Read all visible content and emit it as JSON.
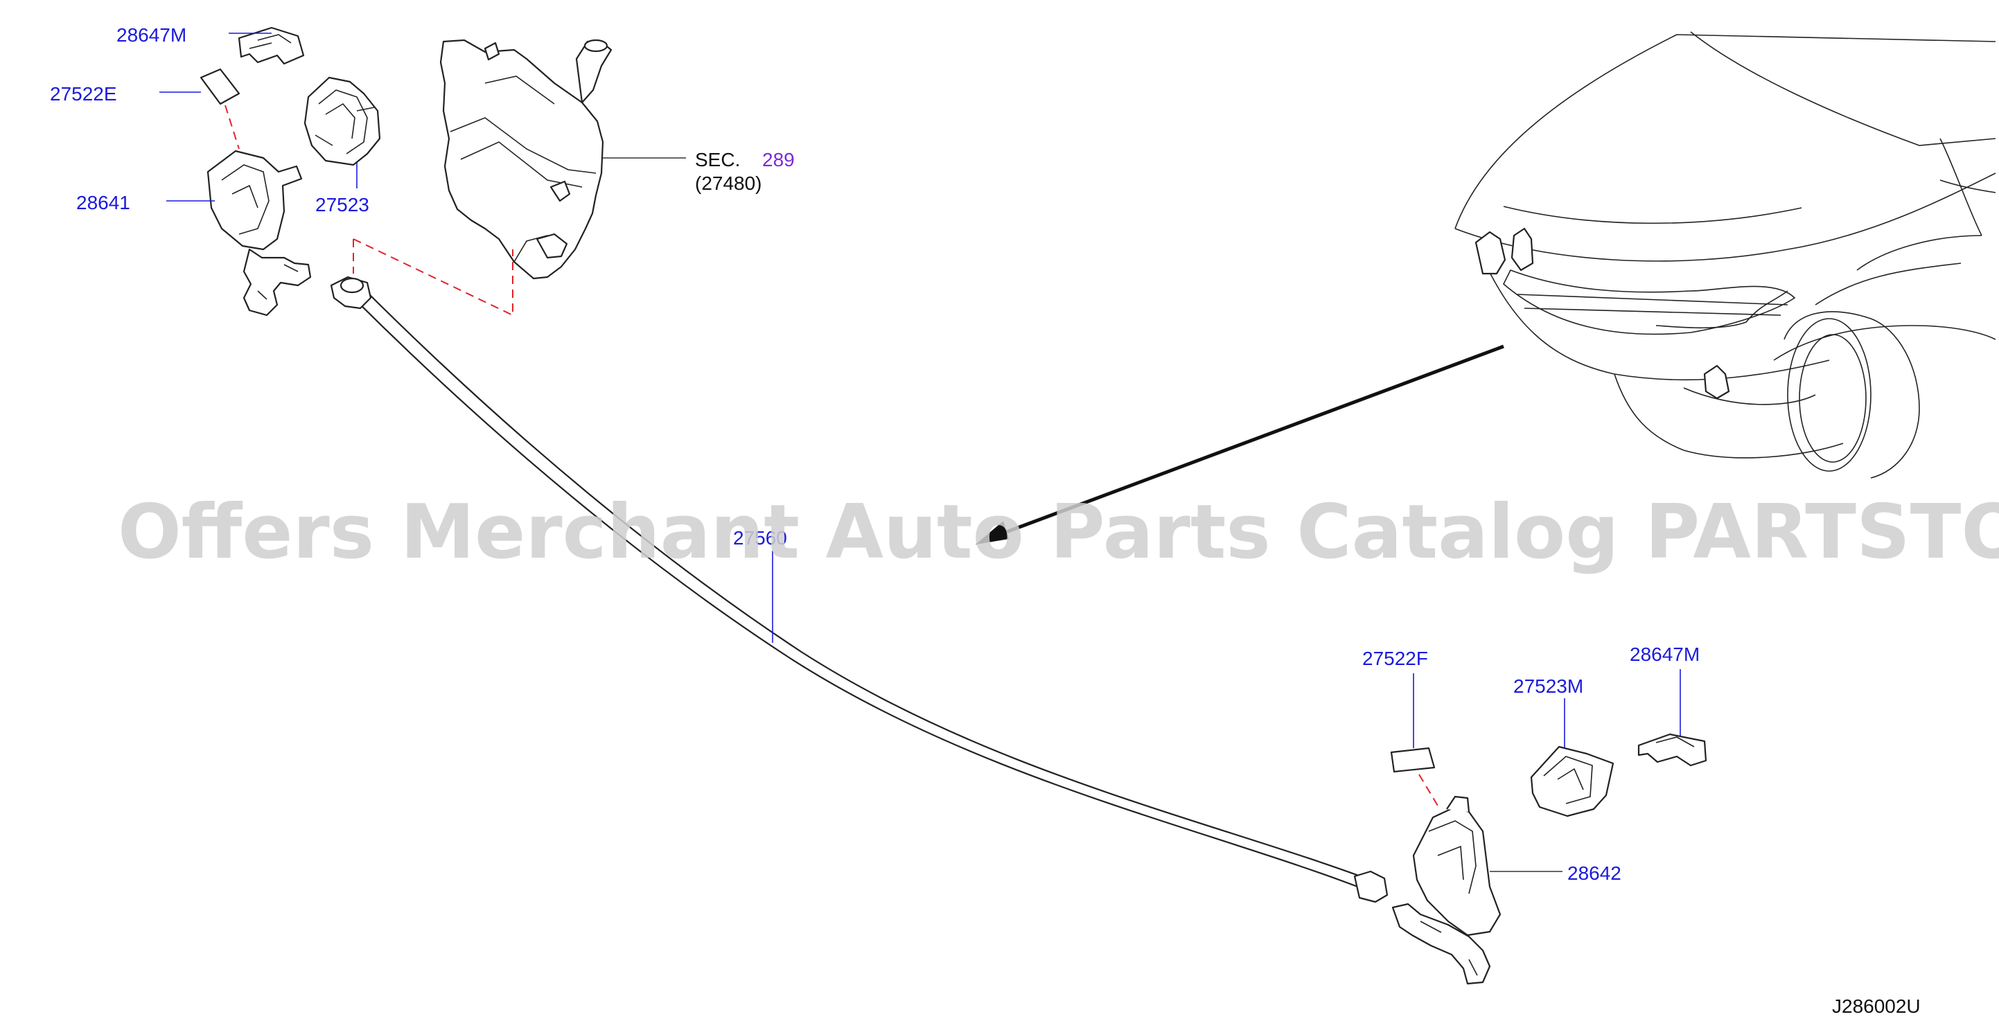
{
  "diagram": {
    "callouts": {
      "p28647M_top": "28647M",
      "p27522E": "27522E",
      "p28641": "28641",
      "p27523": "27523",
      "sec_label": "SEC.",
      "sec_number": "289",
      "sec_sub": "(27480)",
      "p27560": "27560",
      "p27522F": "27522F",
      "p27523M": "27523M",
      "p28647M_bottom": "28647M",
      "p28642": "28642"
    },
    "watermark": "Offers Merchant Auto Parts Catalog PARTSTORE.SA",
    "diagram_code": "J286002U",
    "colors": {
      "callout": "#1a1adc",
      "section_link": "#7b2bd6",
      "dashed_guide": "#e0242a",
      "line_art": "#222222",
      "watermark": "#cfcfcf"
    }
  }
}
